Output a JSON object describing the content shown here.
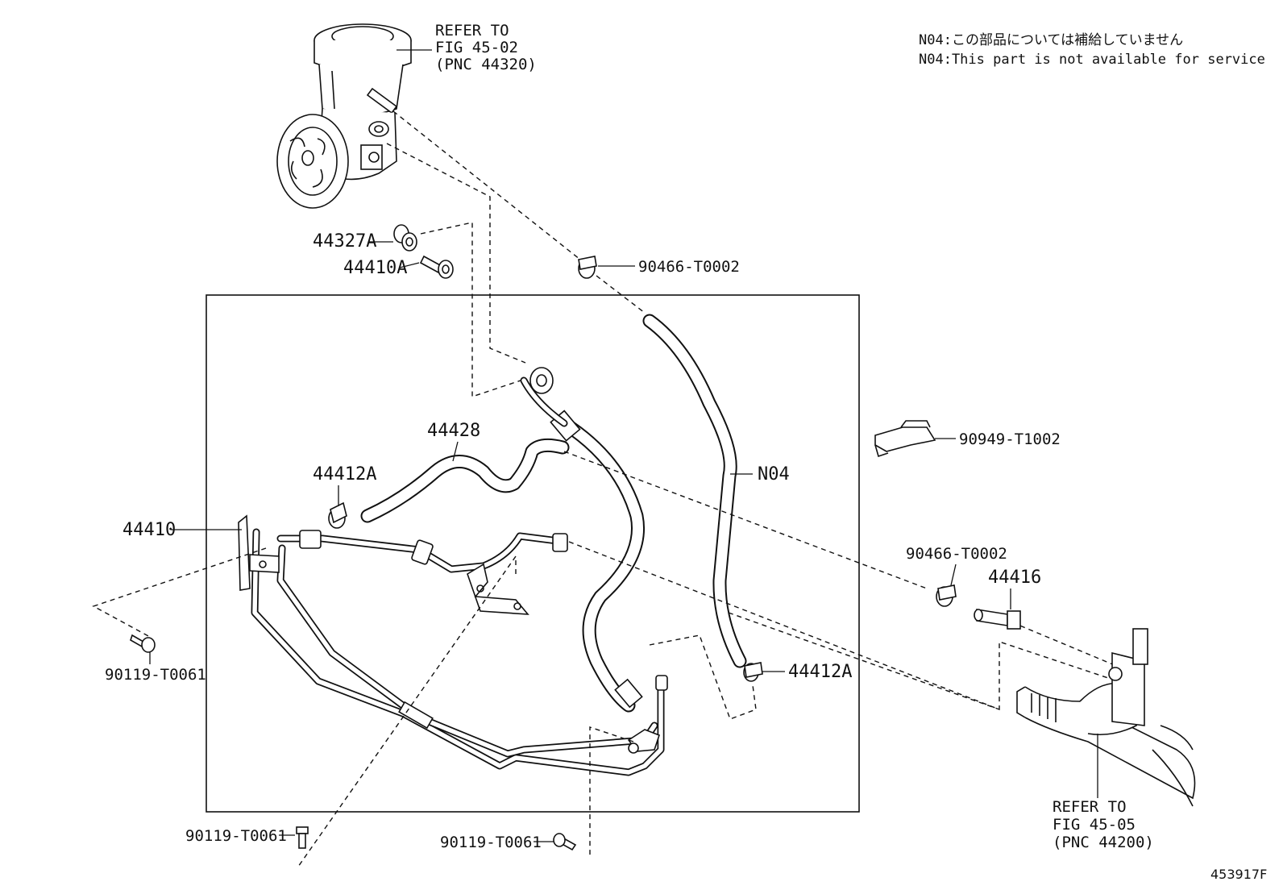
{
  "notes": {
    "n04_jp": "N04:この部品については補給していません",
    "n04_en": "N04:This part is not available for service"
  },
  "labels": {
    "pump_ref_1": "REFER TO",
    "pump_ref_2": "FIG 45-02",
    "pump_ref_3": "(PNC 44320)",
    "p44327a": "44327A",
    "p44410a": "44410A",
    "p90466_top": "90466-T0002",
    "p44428": "44428",
    "p44412a_left": "44412A",
    "p44410": "44410",
    "n04": "N04",
    "p90949": "90949-T1002",
    "p90466_right": "90466-T0002",
    "p44416": "44416",
    "p44412a_right": "44412A",
    "p90119_left": "90119-T0061",
    "p90119_bottom_left": "90119-T0061",
    "p90119_bottom_mid": "90119-T0061",
    "rack_ref_1": "REFER TO",
    "rack_ref_2": "FIG 45-05",
    "rack_ref_3": "(PNC 44200)"
  },
  "footer": {
    "code": "453917F"
  },
  "icons": [
    "power-steering-pump-icon",
    "steering-rack-icon",
    "hose-clamp-icon",
    "bolt-icon",
    "union-bolt-icon",
    "gasket-icon",
    "hose-icon",
    "pressure-pipe-icon"
  ]
}
